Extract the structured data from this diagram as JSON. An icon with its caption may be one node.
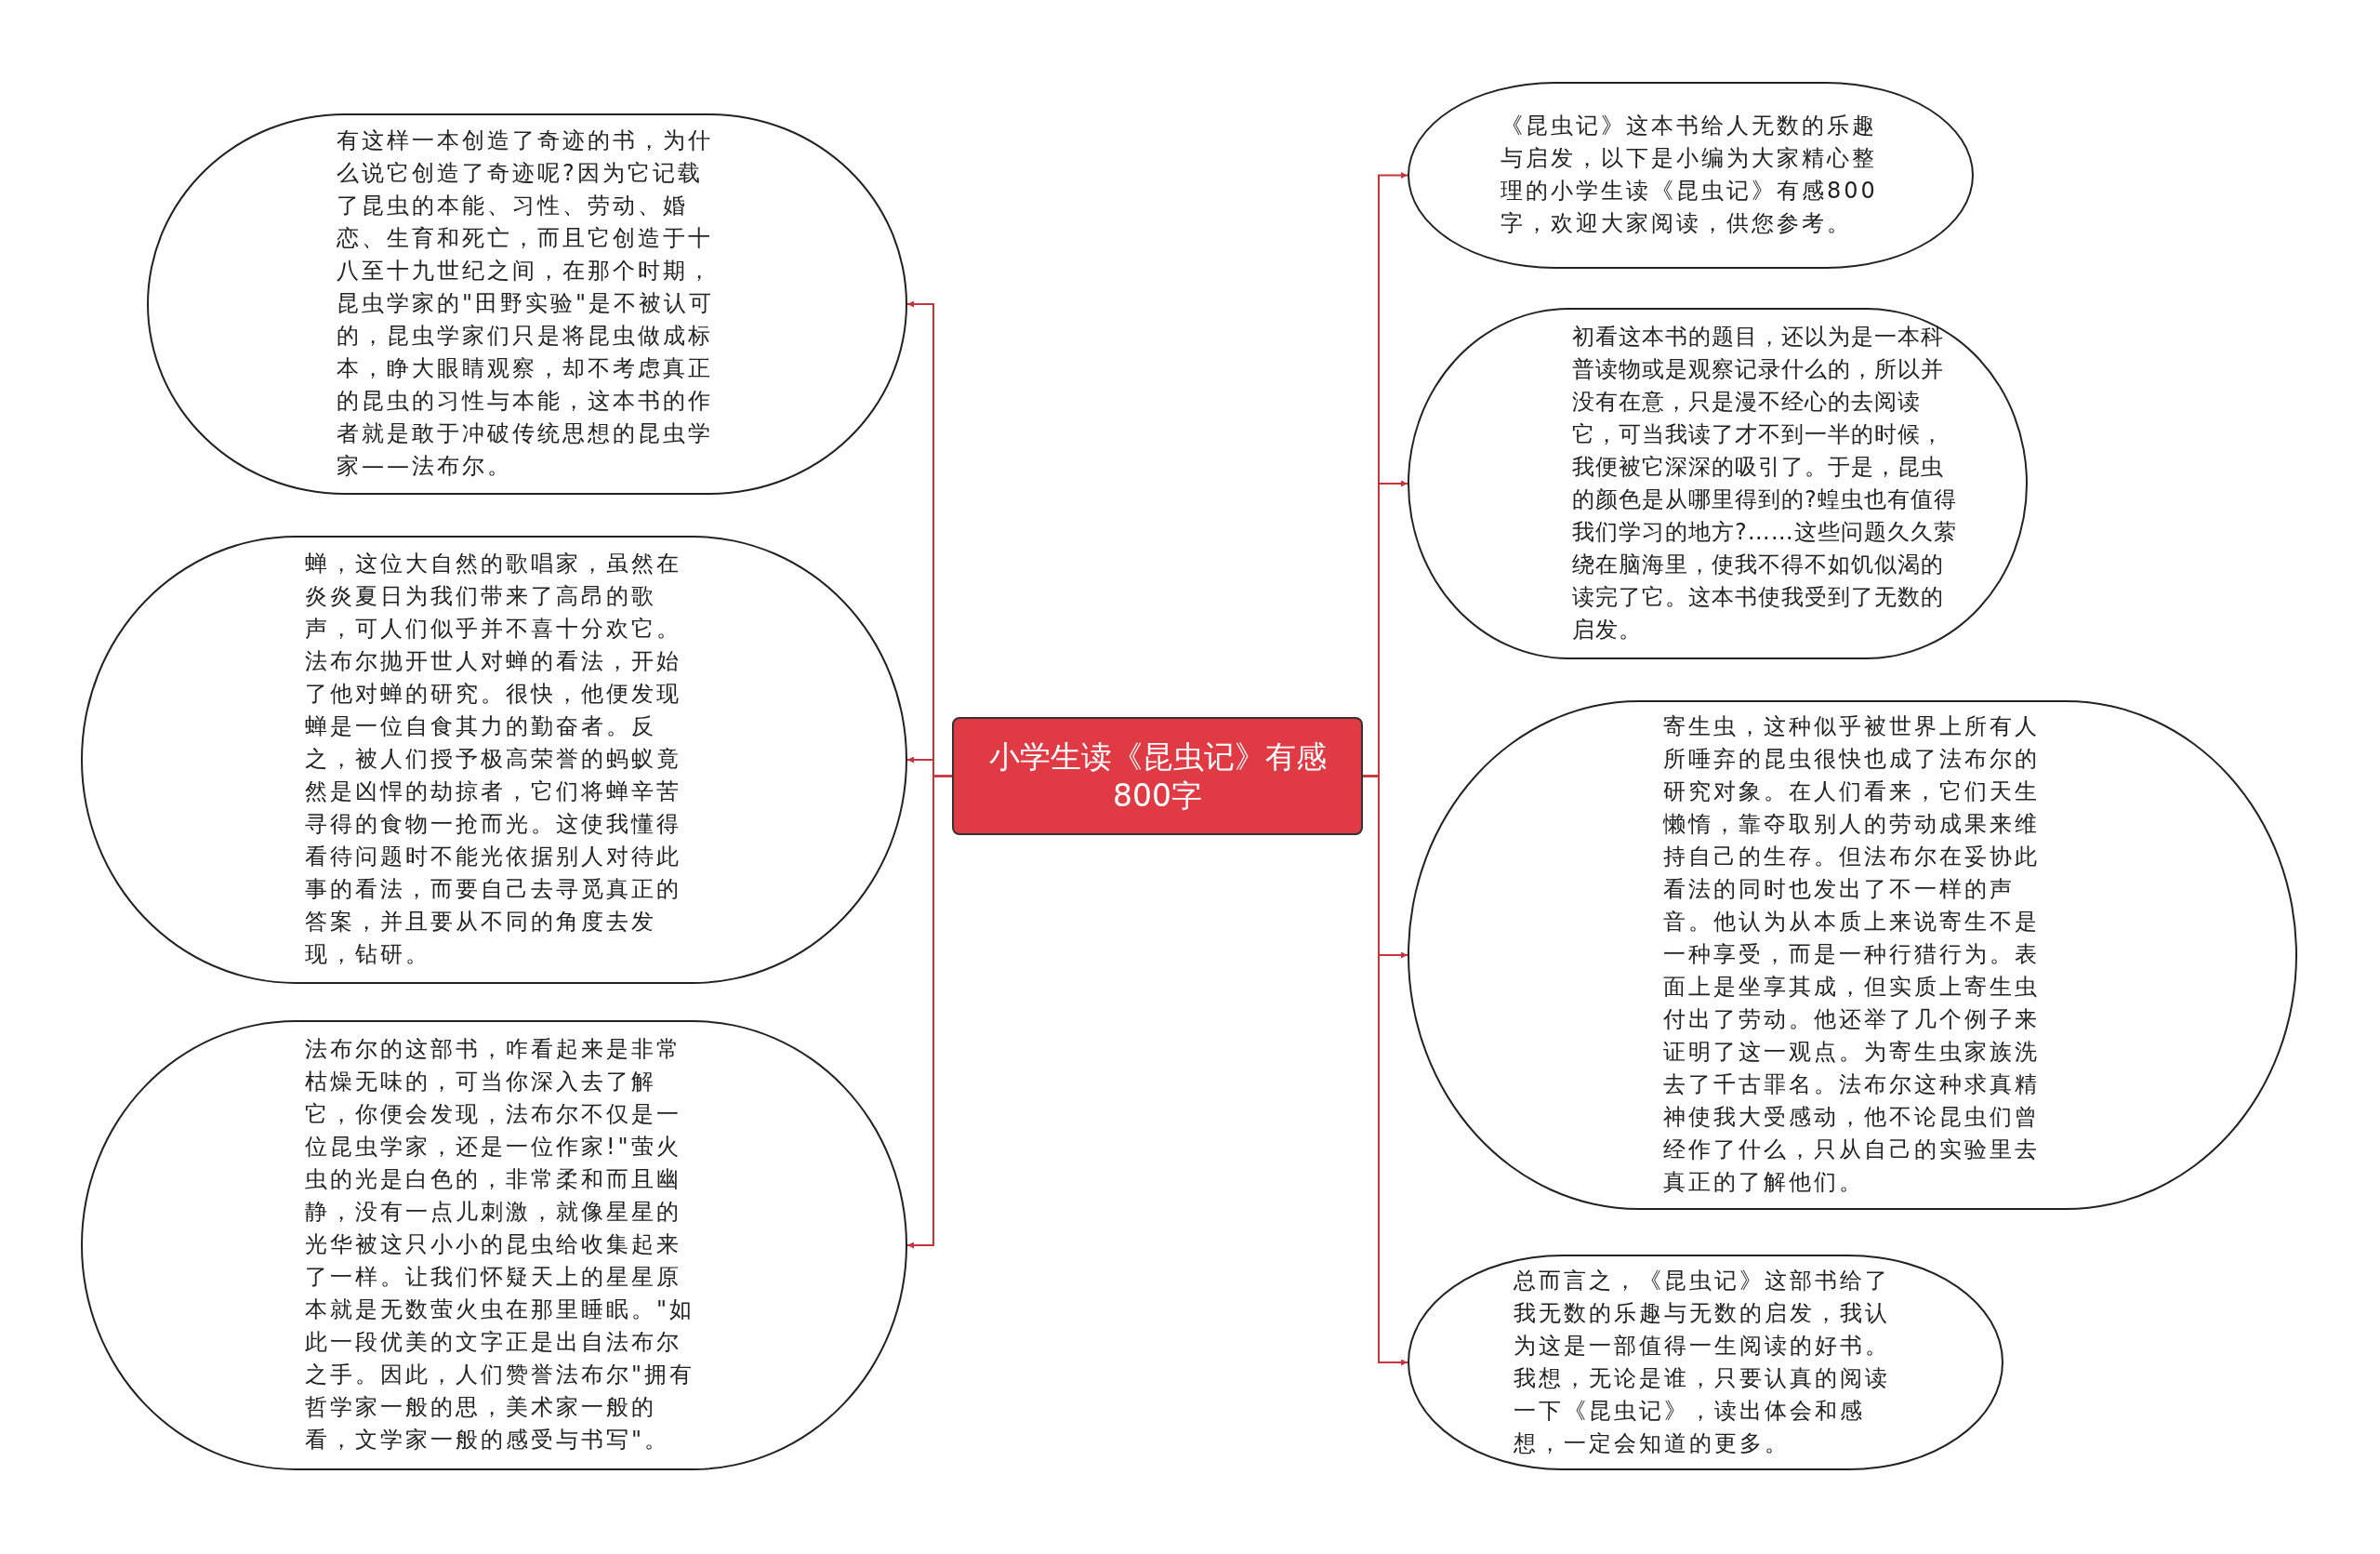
{
  "diagram": {
    "nodes": [
      {
        "text": [
          "小学生读《昆虫记》有感800字"
        ]
      },
      {
        "text": [
          "有这样一本创造了奇迹的书，为什么说它创造了奇迹呢?因为它记载了昆虫的本能、习性、劳动、婚恋、生育和死亡，而且它创造于十八至十九世纪之间，在那个时期，昆虫学家的\"田野实验\"是不被认可的，昆虫学家们只是将昆虫做成标本，睁大眼睛观察，却不考虑真正的昆虫的习性与本能，这本书的作者就是敢于冲破传统思想的昆虫学家——法布尔。"
        ]
      },
      {
        "text": [
          "蝉，这位大自然的歌唱家，虽然在炎炎夏日为我们带来了高昂的歌声，可人们似乎并不喜十分欢它。法布尔抛开世人对蝉的看法，开始了他对蝉的研究。很快，他便发现蝉是一位自食其力的勤奋者。反之，被人们授予极高荣誉的蚂蚁竟然是凶悍的劫掠者，它们将蝉辛苦寻得的食物一抢而光。这使我懂得看待问题时不能光依据别人对待此事的看法，而要自己去寻觅真正的答案，并且要从不同的角度去发现，钻研。"
        ]
      },
      {
        "text": [
          "法布尔的这部书，咋看起来是非常枯燥无味的，可当你深入去了解它，你便会发现，法布尔不仅是一位昆虫学家，还是一位作家!\"萤火虫的光是白色的，非常柔和而且幽静，没有一点儿刺激，就像星星的光华被这只小小的昆虫给收集起来了一样。让我们怀疑天上的星星原本就是无数萤火虫在那里睡眠。\"如此一段优美的文字正是出自法布尔之手。因此，人们赞誉法布尔\"拥有哲学家一般的思，美术家一般的看，文学家一般的感受与书写\"。"
        ]
      },
      {
        "text": [
          "《昆虫记》这本书给人无数的乐趣与启发，以下是小编为大家精心整理的小学生读《昆虫记》有感800字，欢迎大家阅读，供您参考。"
        ]
      },
      {
        "text": [
          "初看这本书的题目，还以为是一本科普读物或是观察记录什么的，所以并没有在意，只是漫不经心的去阅读它，可当我读了才不到一半的时候，我便被它深深的吸引了。于是，昆虫的颜色是从哪里得到的?蝗虫也有值得我们学习的地方?……这些问题久久萦绕在脑海里，使我不得不如饥似渴的读完了它。这本书使我受到了无数的启发。"
        ]
      },
      {
        "text": [
          "寄生虫，这种似乎被世界上所有人所唾弃的昆虫很快也成了法布尔的研究对象。在人们看来，它们天生懒惰，靠夺取别人的劳动成果来维持自己的生存。但法布尔在妥协此看法的同时也发出了不一样的声音。他认为从本质上来说寄生不是一种享受，而是一种行猎行为。表面上是坐享其成，但实质上寄生虫付出了劳动。他还举了几个例子来证明了这一观点。为寄生虫家族洗去了千古罪名。法布尔这种求真精神使我大受感动，他不论昆虫们曾经作了什么，只从自己的实验里去真正的了解他们。"
        ]
      },
      {
        "text": [
          "总而言之，《昆虫记》这部书给了我无数的乐趣与无数的启发，我认为这是一部值得一生阅读的好书。我想，无论是谁，只要认真的阅读一下《昆虫记》，读出体会和感想，一定会知道的更多。"
        ]
      }
    ],
    "edges": [
      {
        "from": 0,
        "to": 1,
        "arrow": "to"
      },
      {
        "from": 0,
        "to": 2,
        "arrow": "to"
      },
      {
        "from": 0,
        "to": 3,
        "arrow": "to"
      },
      {
        "from": 0,
        "to": 4,
        "arrow": "to"
      },
      {
        "from": 0,
        "to": 5,
        "arrow": "to"
      },
      {
        "from": 0,
        "to": 6,
        "arrow": "to"
      },
      {
        "from": 0,
        "to": 7,
        "arrow": "to"
      }
    ]
  }
}
